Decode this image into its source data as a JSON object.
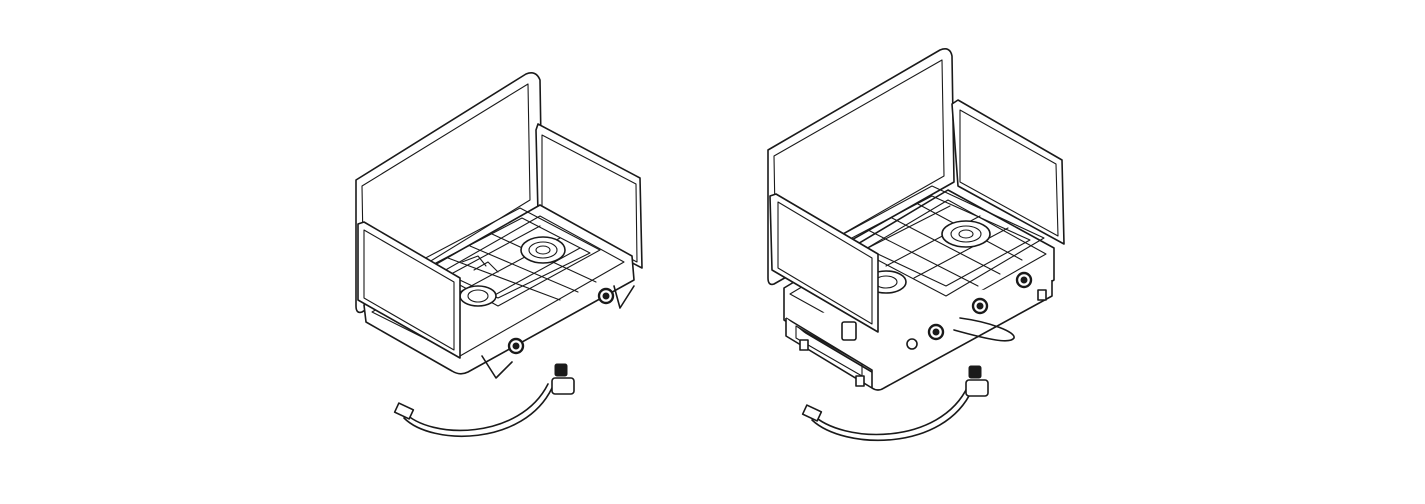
{
  "figure": {
    "background": "#ffffff",
    "line_color": "#1a1a1a",
    "illustrations": [
      {
        "name": "two-burner-stove-with-hose",
        "burners": 2,
        "knobs": 2,
        "has_hose": true
      },
      {
        "name": "two-burner-stove-with-grill-drawer-and-hose",
        "burners": 2,
        "knobs": 3,
        "has_hose": true,
        "has_drawer": true
      }
    ]
  }
}
